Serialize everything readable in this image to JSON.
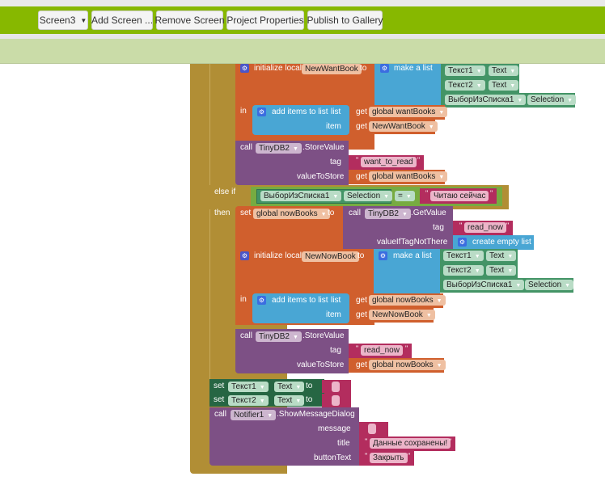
{
  "toolbar": {
    "screen_select": "Screen3",
    "add_screen": "Add Screen ...",
    "remove_screen": "Remove Screen",
    "project_properties": "Project Properties",
    "publish": "Publish to Gallery"
  },
  "colors": {
    "toolbar_green": "#87b800",
    "subbar": "#cadca8",
    "control": "#b18e35",
    "variable": "#d05f2d",
    "list": "#49a6d4",
    "component": "#7d5085",
    "property": "#439466",
    "setter": "#266643",
    "string": "#b32d5e",
    "logic": "#77ab41"
  },
  "blocks": {
    "init1": {
      "label": "initialize local",
      "name": "NewWantBook",
      "to": "to"
    },
    "makelist1": {
      "label": "make a list",
      "items": [
        {
          "comp": "Текст1",
          "prop": "Text"
        },
        {
          "comp": "Текст2",
          "prop": "Text"
        },
        {
          "comp": "ВыборИзСписка1",
          "prop": "Selection"
        }
      ]
    },
    "in": "in",
    "additems1": {
      "label": "add items to list",
      "list_label": "list",
      "item_label": "item",
      "get": "get",
      "list_var": "global wantBooks",
      "item_var": "NewWantBook"
    },
    "store1": {
      "call": "call",
      "comp": "TinyDB2",
      "method": ".StoreValue",
      "tag_label": "tag",
      "tag": "want_to_read",
      "value_label": "valueToStore",
      "get": "get",
      "value": "global wantBooks"
    },
    "elseif": "else if",
    "then": "then",
    "compare": {
      "comp": "ВыборИзСписка1",
      "prop": "Selection",
      "op": "=",
      "value": "Читаю сейчас"
    },
    "setnow": {
      "set": "set",
      "var": "global nowBooks",
      "to": "to"
    },
    "getvalue": {
      "call": "call",
      "comp": "TinyDB2",
      "method": ".GetValue",
      "tag_label": "tag",
      "tag": "read_now",
      "default_label": "valueIfTagNotThere",
      "default": "create empty list"
    },
    "init2": {
      "label": "initialize local",
      "name": "NewNowBook",
      "to": "to"
    },
    "makelist2": {
      "label": "make a list",
      "items": [
        {
          "comp": "Текст1",
          "prop": "Text"
        },
        {
          "comp": "Текст2",
          "prop": "Text"
        },
        {
          "comp": "ВыборИзСписка1",
          "prop": "Selection"
        }
      ]
    },
    "additems2": {
      "label": "add items to list",
      "list_label": "list",
      "item_label": "item",
      "get": "get",
      "list_var": "global nowBooks",
      "item_var": "NewNowBook"
    },
    "store2": {
      "call": "call",
      "comp": "TinyDB2",
      "method": ".StoreValue",
      "tag_label": "tag",
      "tag": "read_now",
      "value_label": "valueToStore",
      "get": "get",
      "value": "global nowBooks"
    },
    "set1": {
      "set": "set",
      "comp": "Текст1",
      "prop": "Text",
      "to": "to",
      "value": ""
    },
    "set2": {
      "set": "set",
      "comp": "Текст2",
      "prop": "Text",
      "to": "to",
      "value": ""
    },
    "notifier": {
      "call": "call",
      "comp": "Notifier1",
      "method": ".ShowMessageDialog",
      "message_label": "message",
      "message": "",
      "title_label": "title",
      "title": "Данные сохранены!",
      "button_label": "buttonText",
      "button": "Закрыть"
    }
  }
}
